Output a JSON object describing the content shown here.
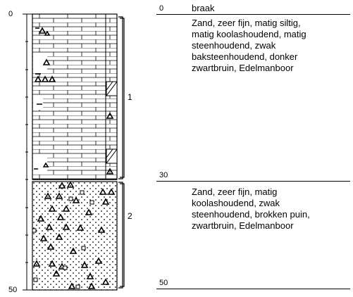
{
  "log": {
    "top_depth_label": "0",
    "bottom_depth_label": "50",
    "units": [
      {
        "number": "1",
        "top_depth": 0,
        "bottom_depth": 30,
        "lithology": "brick-pattern with coal/rubble symbols"
      },
      {
        "number": "2",
        "top_depth": 30,
        "bottom_depth": 50,
        "lithology": "dotted sand with brick symbols"
      }
    ]
  },
  "layers": [
    {
      "top_label": "0",
      "land_use": "braak",
      "description": "Zand, zeer fijn, matig siltig,\nmatig koolashoudend, matig\nsteenhoudend, zwak\nbaksteenhoudend, donker\nzwartbruin, Edelmanboor"
    },
    {
      "top_label": "30",
      "description": "Zand, zeer fijn, matig\nkoolashoudend, zwak\nsteenhoudend, brokken puin,\nzwartbruin, Edelmanboor"
    }
  ],
  "bottom_label": "50"
}
